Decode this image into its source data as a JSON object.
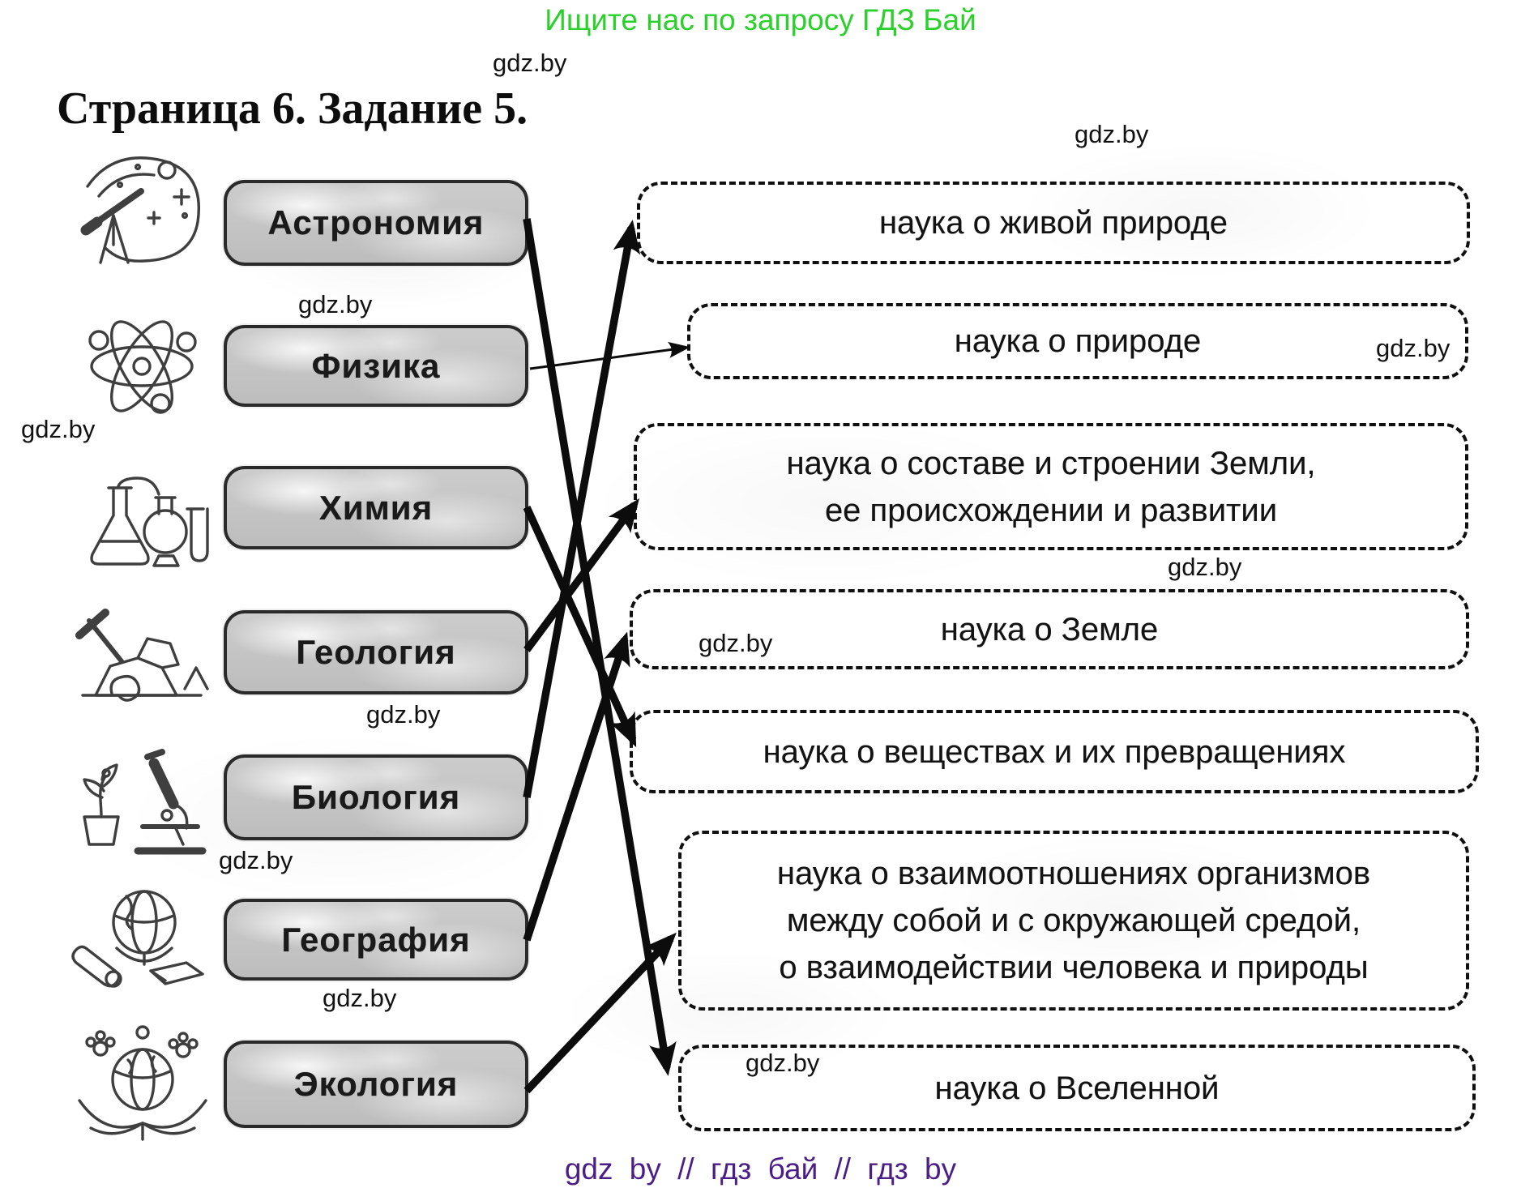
{
  "page": {
    "header_green": "Ищите нас по запросу ГДЗ Бай",
    "title": "Страница 6. Задание 5.",
    "watermark": "gdz.by",
    "footer": "gdz by // гдз бай // гдз by",
    "colors": {
      "header_green": "#2bd12b",
      "footer_purple": "#4b1e87",
      "ink": "#101010",
      "button_fill": "#c6c6c6"
    }
  },
  "sciences": [
    {
      "label": "Астрономия",
      "icon": "telescope-icon"
    },
    {
      "label": "Физика",
      "icon": "atom-icon"
    },
    {
      "label": "Химия",
      "icon": "chemistry-flasks-icon"
    },
    {
      "label": "Геология",
      "icon": "fossils-icon"
    },
    {
      "label": "Биология",
      "icon": "microscope-plant-icon"
    },
    {
      "label": "География",
      "icon": "globe-book-icon"
    },
    {
      "label": "Экология",
      "icon": "earth-plants-icon"
    }
  ],
  "definitions": [
    {
      "lines": [
        "наука о живой природе"
      ]
    },
    {
      "lines": [
        "наука о природе"
      ]
    },
    {
      "lines": [
        "наука о составе и строении Земли,",
        "ее происхождении и развитии"
      ]
    },
    {
      "lines": [
        "наука о Земле"
      ]
    },
    {
      "lines": [
        "наука о веществах и их превращениях"
      ]
    },
    {
      "lines": [
        "наука о взаимоотношениях организмов",
        "между собой и с окружающей средой,",
        "о взаимодействии человека и природы"
      ]
    },
    {
      "lines": [
        "наука о Вселенной"
      ]
    }
  ],
  "matches": [
    {
      "science": "Астрономия",
      "definition": "наука о Вселенной",
      "science_index": 0,
      "definition_index": 6,
      "style": "thick"
    },
    {
      "science": "Физика",
      "definition": "наука о природе",
      "science_index": 1,
      "definition_index": 1,
      "style": "thin"
    },
    {
      "science": "Химия",
      "definition": "наука о веществах и их превращениях",
      "science_index": 2,
      "definition_index": 4,
      "style": "thick"
    },
    {
      "science": "Геология",
      "definition": "наука о составе и строении Земли, ее происхождении и развитии",
      "science_index": 3,
      "definition_index": 2,
      "style": "thick"
    },
    {
      "science": "Биология",
      "definition": "наука о живой природе",
      "science_index": 4,
      "definition_index": 0,
      "style": "thick"
    },
    {
      "science": "География",
      "definition": "наука о Земле",
      "science_index": 5,
      "definition_index": 3,
      "style": "thick"
    },
    {
      "science": "Экология",
      "definition": "наука о взаимоотношениях организмов между собой и с окружающей средой, о взаимодействии человека и природы",
      "science_index": 6,
      "definition_index": 5,
      "style": "thick"
    }
  ]
}
